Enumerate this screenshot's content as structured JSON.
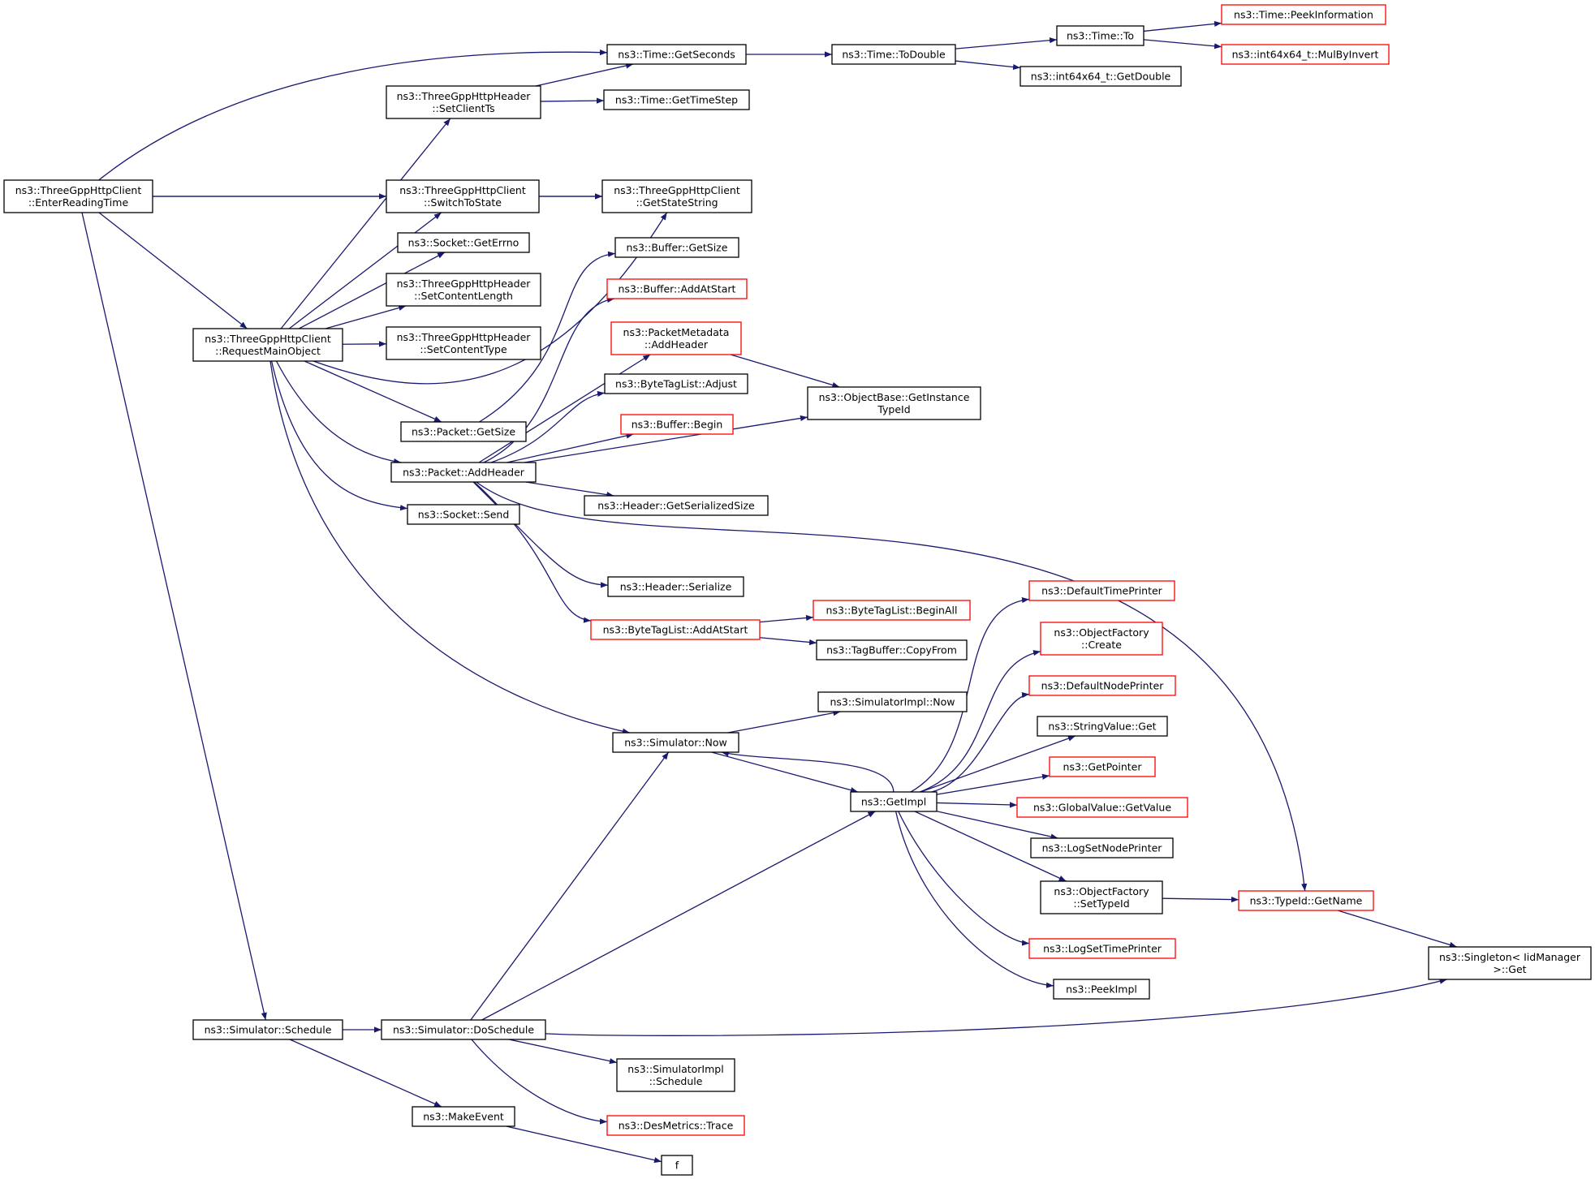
{
  "colors": {
    "edge": "#191970",
    "box_border": "#000000",
    "box_border_incomplete": "#ff0000",
    "root_fill": "#bfbfbf",
    "box_fill": "#ffffff"
  },
  "nodes": [
    {
      "id": "root",
      "lines": [
        "ns3::ThreeGppHttpClient",
        "::EnterReadingTime"
      ],
      "root": true
    },
    {
      "id": "rmo",
      "lines": [
        "ns3::ThreeGppHttpClient",
        "::RequestMainObject"
      ]
    },
    {
      "id": "sched",
      "lines": [
        "ns3::Simulator::Schedule"
      ]
    },
    {
      "id": "getsec",
      "lines": [
        "ns3::Time::GetSeconds"
      ]
    },
    {
      "id": "setclientts",
      "lines": [
        "ns3::ThreeGppHttpHeader",
        "::SetClientTs"
      ]
    },
    {
      "id": "switchstate",
      "lines": [
        "ns3::ThreeGppHttpClient",
        "::SwitchToState"
      ]
    },
    {
      "id": "geterrno",
      "lines": [
        "ns3::Socket::GetErrno"
      ]
    },
    {
      "id": "setcontentlen",
      "lines": [
        "ns3::ThreeGppHttpHeader",
        "::SetContentLength"
      ]
    },
    {
      "id": "setcontenttype",
      "lines": [
        "ns3::ThreeGppHttpHeader",
        "::SetContentType"
      ]
    },
    {
      "id": "pktgetsize",
      "lines": [
        "ns3::Packet::GetSize"
      ]
    },
    {
      "id": "pktaddheader",
      "lines": [
        "ns3::Packet::AddHeader"
      ]
    },
    {
      "id": "socksend",
      "lines": [
        "ns3::Socket::Send"
      ]
    },
    {
      "id": "gettimestep",
      "lines": [
        "ns3::Time::GetTimeStep"
      ]
    },
    {
      "id": "getstatestring",
      "lines": [
        "ns3::ThreeGppHttpClient",
        "::GetStateString"
      ]
    },
    {
      "id": "bufgetsize",
      "lines": [
        "ns3::Buffer::GetSize"
      ]
    },
    {
      "id": "bufaddatstart",
      "lines": [
        "ns3::Buffer::AddAtStart"
      ],
      "incomplete": true
    },
    {
      "id": "pmaddheader",
      "lines": [
        "ns3::PacketMetadata",
        "::AddHeader"
      ],
      "incomplete": true
    },
    {
      "id": "btladjust",
      "lines": [
        "ns3::ByteTagList::Adjust"
      ]
    },
    {
      "id": "bufbegin",
      "lines": [
        "ns3::Buffer::Begin"
      ],
      "incomplete": true
    },
    {
      "id": "hdrserialsize",
      "lines": [
        "ns3::Header::GetSerializedSize"
      ]
    },
    {
      "id": "hdrserialize",
      "lines": [
        "ns3::Header::Serialize"
      ]
    },
    {
      "id": "btladdatstart",
      "lines": [
        "ns3::ByteTagList::AddAtStart"
      ],
      "incomplete": true
    },
    {
      "id": "todouble",
      "lines": [
        "ns3::Time::ToDouble"
      ]
    },
    {
      "id": "timeto",
      "lines": [
        "ns3::Time::To"
      ]
    },
    {
      "id": "getdouble",
      "lines": [
        "ns3::int64x64_t::GetDouble"
      ]
    },
    {
      "id": "peekinfo",
      "lines": [
        "ns3::Time::PeekInformation"
      ],
      "incomplete": true
    },
    {
      "id": "mulbyinvert",
      "lines": [
        "ns3::int64x64_t::MulByInvert"
      ],
      "incomplete": true
    },
    {
      "id": "getinstancetypeid",
      "lines": [
        "ns3::ObjectBase::GetInstance",
        "TypeId"
      ]
    },
    {
      "id": "btlbeginall",
      "lines": [
        "ns3::ByteTagList::BeginAll"
      ],
      "incomplete": true
    },
    {
      "id": "tagbufcopy",
      "lines": [
        "ns3::TagBuffer::CopyFrom"
      ]
    },
    {
      "id": "simimplnow",
      "lines": [
        "ns3::SimulatorImpl::Now"
      ]
    },
    {
      "id": "simnow",
      "lines": [
        "ns3::Simulator::Now"
      ]
    },
    {
      "id": "getimpl",
      "lines": [
        "ns3::GetImpl"
      ]
    },
    {
      "id": "doschedule",
      "lines": [
        "ns3::Simulator::DoSchedule"
      ]
    },
    {
      "id": "makeevent",
      "lines": [
        "ns3::MakeEvent"
      ]
    },
    {
      "id": "simimplschedule",
      "lines": [
        "ns3::SimulatorImpl",
        "::Schedule"
      ]
    },
    {
      "id": "desmetrics",
      "lines": [
        "ns3::DesMetrics::Trace"
      ],
      "incomplete": true
    },
    {
      "id": "f",
      "lines": [
        "f"
      ]
    },
    {
      "id": "deftimeprinter",
      "lines": [
        "ns3::DefaultTimePrinter"
      ],
      "incomplete": true
    },
    {
      "id": "ofcreate",
      "lines": [
        "ns3::ObjectFactory",
        "::Create"
      ],
      "incomplete": true
    },
    {
      "id": "defnodeprinter",
      "lines": [
        "ns3::DefaultNodePrinter"
      ],
      "incomplete": true
    },
    {
      "id": "stringvalueget",
      "lines": [
        "ns3::StringValue::Get"
      ]
    },
    {
      "id": "getpointer",
      "lines": [
        "ns3::GetPointer"
      ],
      "incomplete": true
    },
    {
      "id": "globalvalue",
      "lines": [
        "ns3::GlobalValue::GetValue"
      ],
      "incomplete": true
    },
    {
      "id": "logsetnodeprinter",
      "lines": [
        "ns3::LogSetNodePrinter"
      ]
    },
    {
      "id": "ofsettypeid",
      "lines": [
        "ns3::ObjectFactory",
        "::SetTypeId"
      ]
    },
    {
      "id": "logsettimeprinter",
      "lines": [
        "ns3::LogSetTimePrinter"
      ],
      "incomplete": true
    },
    {
      "id": "peekimpl",
      "lines": [
        "ns3::PeekImpl"
      ]
    },
    {
      "id": "typeidgetname",
      "lines": [
        "ns3::TypeId::GetName"
      ],
      "incomplete": true
    },
    {
      "id": "singleton",
      "lines": [
        "ns3::Singleton< IidManager",
        " >::Get"
      ]
    }
  ],
  "edges": [
    [
      "root",
      "getsec"
    ],
    [
      "root",
      "getstatestring"
    ],
    [
      "root",
      "switchstate"
    ],
    [
      "root",
      "rmo"
    ],
    [
      "root",
      "sched"
    ],
    [
      "rmo",
      "setclientts"
    ],
    [
      "rmo",
      "switchstate"
    ],
    [
      "rmo",
      "geterrno"
    ],
    [
      "rmo",
      "setcontentlen"
    ],
    [
      "rmo",
      "setcontenttype"
    ],
    [
      "rmo",
      "getstatestring"
    ],
    [
      "rmo",
      "pktgetsize"
    ],
    [
      "rmo",
      "pktaddheader"
    ],
    [
      "rmo",
      "socksend"
    ],
    [
      "rmo",
      "simnow"
    ],
    [
      "setclientts",
      "getsec"
    ],
    [
      "setclientts",
      "gettimestep"
    ],
    [
      "switchstate",
      "getstatestring"
    ],
    [
      "getsec",
      "todouble"
    ],
    [
      "todouble",
      "timeto"
    ],
    [
      "todouble",
      "getdouble"
    ],
    [
      "timeto",
      "peekinfo"
    ],
    [
      "timeto",
      "mulbyinvert"
    ],
    [
      "pktgetsize",
      "bufgetsize"
    ],
    [
      "pktaddheader",
      "bufaddatstart"
    ],
    [
      "pktaddheader",
      "pmaddheader"
    ],
    [
      "pktaddheader",
      "btladjust"
    ],
    [
      "pktaddheader",
      "bufbegin"
    ],
    [
      "pktaddheader",
      "getinstancetypeid"
    ],
    [
      "pktaddheader",
      "hdrserialsize"
    ],
    [
      "pktaddheader",
      "typeidgetname"
    ],
    [
      "pktaddheader",
      "hdrserialize"
    ],
    [
      "pktaddheader",
      "btladdatstart"
    ],
    [
      "pmaddheader",
      "getinstancetypeid"
    ],
    [
      "btladdatstart",
      "btlbeginall"
    ],
    [
      "btladdatstart",
      "tagbufcopy"
    ],
    [
      "simnow",
      "simimplnow"
    ],
    [
      "simnow",
      "getimpl"
    ],
    [
      "getimpl",
      "simnow"
    ],
    [
      "getimpl",
      "deftimeprinter"
    ],
    [
      "getimpl",
      "ofcreate"
    ],
    [
      "getimpl",
      "defnodeprinter"
    ],
    [
      "getimpl",
      "stringvalueget"
    ],
    [
      "getimpl",
      "getpointer"
    ],
    [
      "getimpl",
      "globalvalue"
    ],
    [
      "getimpl",
      "logsetnodeprinter"
    ],
    [
      "getimpl",
      "ofsettypeid"
    ],
    [
      "getimpl",
      "logsettimeprinter"
    ],
    [
      "getimpl",
      "peekimpl"
    ],
    [
      "ofsettypeid",
      "typeidgetname"
    ],
    [
      "typeidgetname",
      "singleton"
    ],
    [
      "sched",
      "doschedule"
    ],
    [
      "sched",
      "makeevent"
    ],
    [
      "doschedule",
      "simnow"
    ],
    [
      "doschedule",
      "getimpl"
    ],
    [
      "doschedule",
      "singleton"
    ],
    [
      "doschedule",
      "simimplschedule"
    ],
    [
      "doschedule",
      "desmetrics"
    ],
    [
      "makeevent",
      "f"
    ]
  ]
}
